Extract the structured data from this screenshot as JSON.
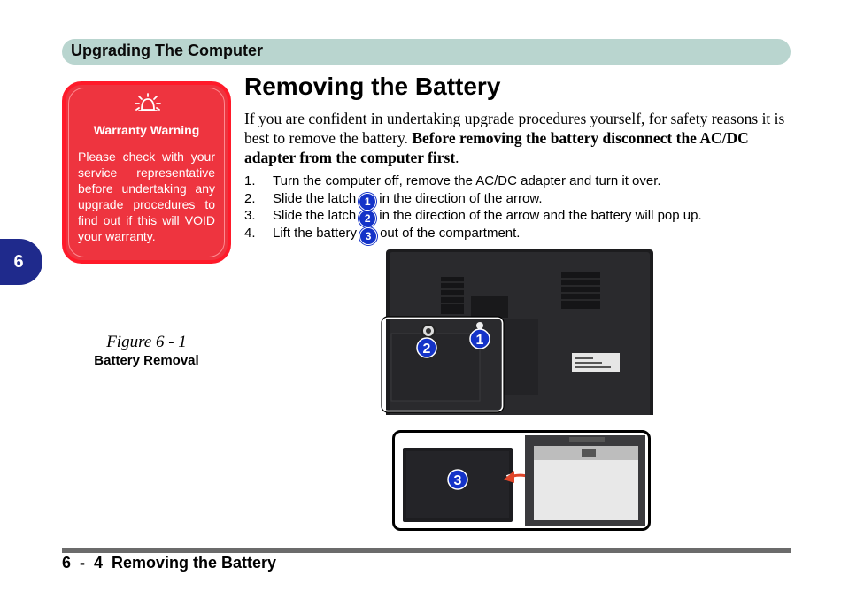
{
  "header": {
    "section_title": "Upgrading The Computer"
  },
  "chapter_tab": {
    "number": "6"
  },
  "warning": {
    "title": "Warranty Warning",
    "text": "Please check with your service representative before undertaking any upgrade procedures to find out if this will VOID your warranty.",
    "icon": "alarm-bell-icon",
    "color": "#ee343f"
  },
  "figure": {
    "label": "Figure 6 - 1",
    "title": "Battery Removal"
  },
  "main": {
    "title": "Removing the Battery",
    "intro_plain": "If you are confident in undertaking upgrade procedures yourself, for safety reasons it is best to remove the battery. ",
    "intro_bold": "Before removing the battery disconnect the AC/DC adapter from the computer first",
    "intro_end": ".",
    "steps": [
      {
        "num": "1.",
        "text_before": "Turn the computer off, remove the AC/DC adapter and turn it over.",
        "badge": "",
        "text_after": ""
      },
      {
        "num": "2.",
        "text_before": "Slide the latch",
        "badge": "1",
        "text_after": "in the direction of the arrow."
      },
      {
        "num": "3.",
        "text_before": "Slide the latch",
        "badge": "2",
        "text_after": "in the direction of the arrow and the battery will pop up."
      },
      {
        "num": "4.",
        "text_before": "Lift the battery",
        "badge": "3",
        "text_after": "out of the compartment."
      }
    ]
  },
  "diagram": {
    "callouts": [
      "1",
      "2",
      "3"
    ],
    "badge_color": "#1433c8"
  },
  "footer": {
    "page_label": "6  -  4  Removing the Battery"
  }
}
